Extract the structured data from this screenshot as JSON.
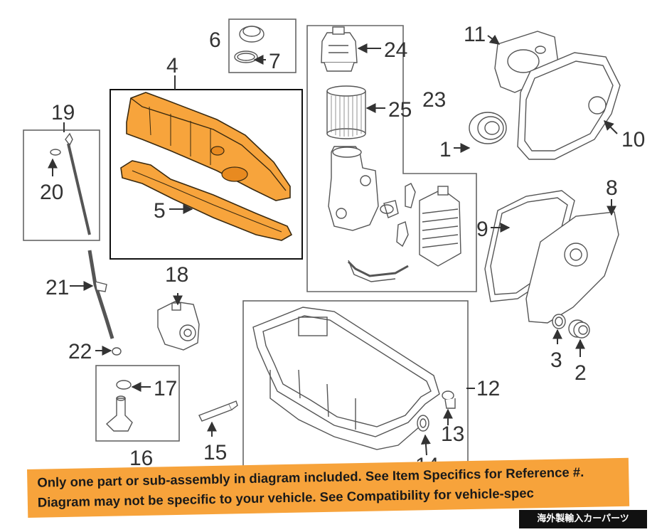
{
  "callouts": {
    "c1": "1",
    "c2": "2",
    "c3": "3",
    "c4": "4",
    "c5": "5",
    "c6": "6",
    "c7": "7",
    "c8": "8",
    "c9": "9",
    "c10": "10",
    "c11": "11",
    "c12": "12",
    "c13": "13",
    "c14": "14",
    "c15": "15",
    "c16": "16",
    "c17": "17",
    "c18": "18",
    "c19": "19",
    "c20": "20",
    "c21": "21",
    "c22": "22",
    "c23": "23",
    "c24": "24",
    "c25": "25"
  },
  "highlight_color": "#f7a43c",
  "banner": {
    "line1": "Only one part or sub-assembly in diagram included. See Item Specifics for Reference #.",
    "line2": "Diagram may not be specific to your vehicle. See Compatibility for vehicle-spec",
    "color": "#f7a33b"
  },
  "badge": {
    "text": "海外製輸入カーパーツ"
  }
}
